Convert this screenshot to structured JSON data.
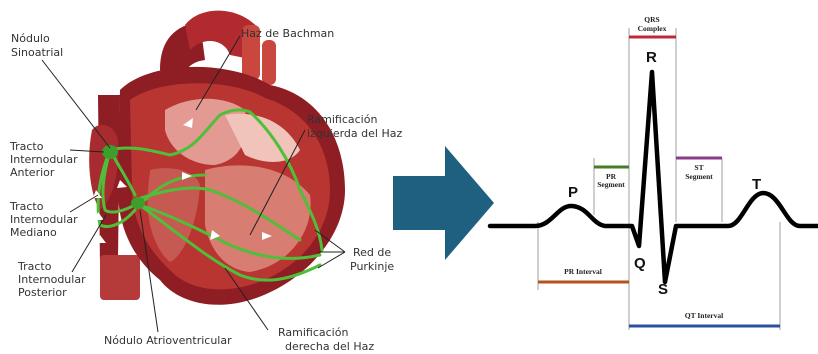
{
  "heart_labels": {
    "sinoatrial": [
      "Nódulo",
      "Sinoatrial"
    ],
    "bachman": "Haz de Bachman",
    "anterior": [
      "Tracto",
      "Internodular",
      "Anterior"
    ],
    "median": [
      "Tracto",
      "Internodular",
      "Mediano"
    ],
    "posterior": [
      "Tracto",
      "Internodular",
      "Posterior"
    ],
    "left_branch": [
      "Ramificación",
      "izquierda del Haz"
    ],
    "purkinje": [
      "Red de",
      "Purkinje"
    ],
    "av_node": "Nódulo Atrioventricular",
    "right_branch": [
      "Ramificación",
      "derecha del Haz"
    ]
  },
  "ecg": {
    "waves": {
      "p": "P",
      "q": "Q",
      "r": "R",
      "s": "S",
      "t": "T"
    },
    "qrs": [
      "QRS",
      "Complex"
    ],
    "pr_segment": [
      "PR",
      "Segment"
    ],
    "st_segment": [
      "ST",
      "Segment"
    ],
    "pr_interval": "PR Interval",
    "qt_interval": "QT Interval"
  },
  "colors": {
    "arrow": "#1f5f7f",
    "heart_dark": "#8e1d24",
    "heart_mid": "#c0392b",
    "heart_light": "#e39a93",
    "conduction": "#4fbf3a",
    "qrs": "#c0283a",
    "pr_segment": "#4a7a2a",
    "st_segment": "#8a3a8a",
    "pr_interval": "#b5521e",
    "qt_interval": "#2c4fa0"
  }
}
